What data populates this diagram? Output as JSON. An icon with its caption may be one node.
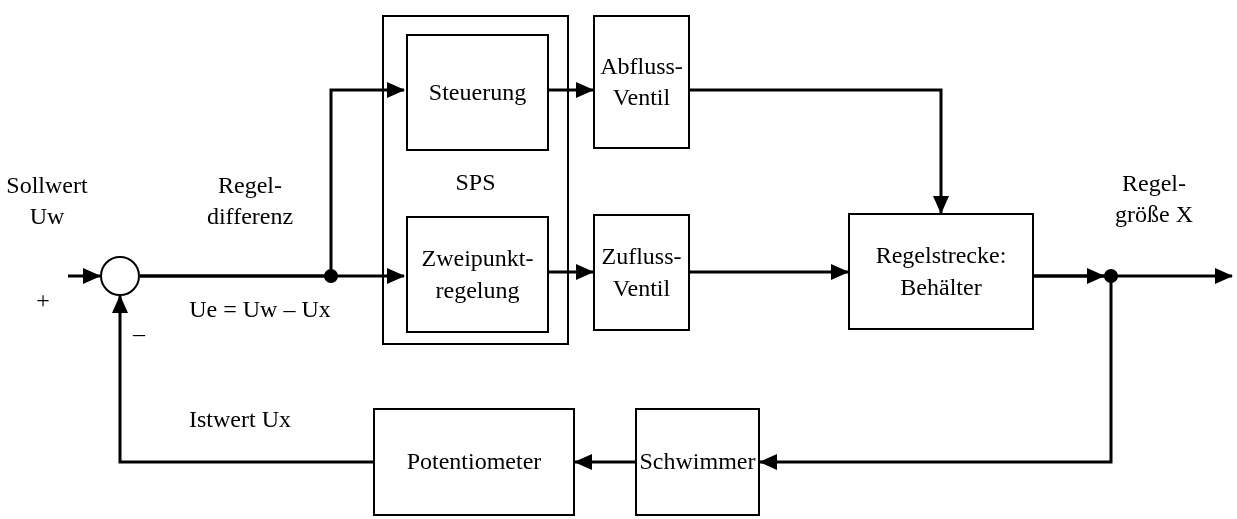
{
  "diagram": {
    "nodes": [
      {
        "text": [
          "SPS"
        ]
      },
      {
        "text": [
          "Steuerung"
        ],
        "in": 0
      },
      {
        "text": [
          "Zweipunkt- regelung"
        ],
        "in": 0
      },
      {
        "text": [
          "Abfluss- Ventil"
        ]
      },
      {
        "text": [
          "Zufluss- Ventil"
        ]
      },
      {
        "text": [
          "Regelstrecke: Behälter"
        ]
      },
      {
        "text": [
          "Potentiometer"
        ]
      },
      {
        "text": [
          "Schwimmer"
        ]
      },
      {
        "text": [],
        "shape": "circle"
      }
    ],
    "edges": [
      {
        "from": null,
        "to": 8,
        "arrow": "to"
      },
      {
        "from": 8,
        "to": 1,
        "arrow": "to"
      },
      {
        "from": 8,
        "to": 2,
        "arrow": "to"
      },
      {
        "from": 1,
        "to": 3,
        "arrow": "to"
      },
      {
        "from": 2,
        "to": 4,
        "arrow": "to"
      },
      {
        "from": 3,
        "to": 5,
        "arrow": "to"
      },
      {
        "from": 4,
        "to": 5,
        "arrow": "to"
      },
      {
        "from": 5,
        "to": null,
        "arrow": "to"
      },
      {
        "from": 5,
        "to": 7,
        "arrow": "to"
      },
      {
        "from": 7,
        "to": 6,
        "arrow": "to"
      },
      {
        "from": 6,
        "to": 8,
        "arrow": "to"
      }
    ],
    "labels": [
      "Sollwert Uw",
      "Regel- differenz",
      "Regel- größe X",
      "+",
      "Ue = Uw – Ux",
      "–",
      "Istwert Ux"
    ]
  }
}
